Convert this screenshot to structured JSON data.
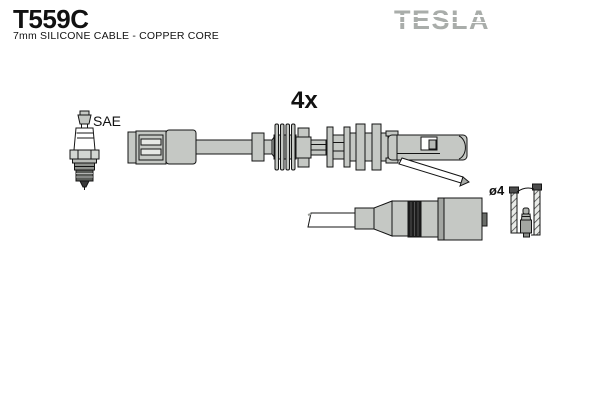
{
  "header": {
    "part_number": "T559C",
    "subtitle": "7mm SILICONE CABLE - COPPER CORE",
    "brand": "TESLA"
  },
  "labels": {
    "quantity": "4x",
    "spark_plug_standard": "SAE",
    "terminal_diameter": "ø4"
  },
  "colors": {
    "part_fill": "#c5c8c4",
    "outline": "#141414",
    "brand_gray": "#a9adaa",
    "black_band": "#1c1c1c",
    "background": "#ffffff"
  }
}
